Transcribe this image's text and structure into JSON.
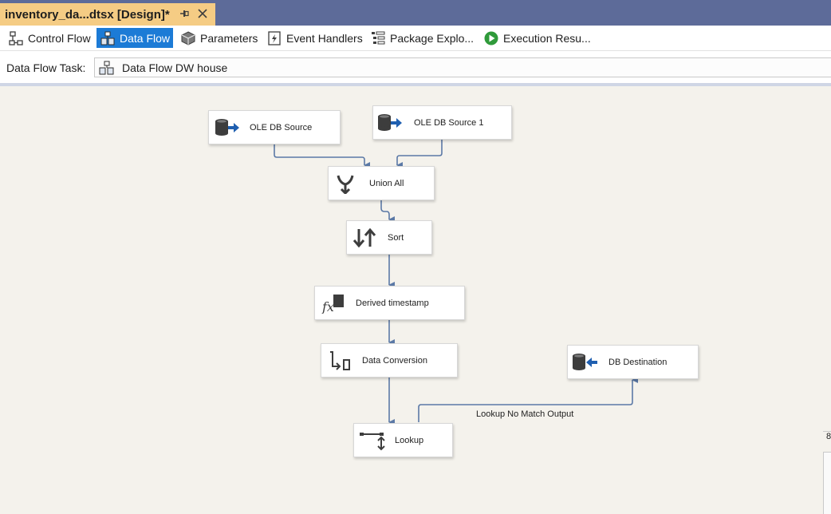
{
  "document_tab": {
    "title": "inventory_da...dtsx [Design]*"
  },
  "toolbar": {
    "tabs": [
      {
        "label": "Control Flow",
        "icon": "control-flow-icon"
      },
      {
        "label": "Data Flow",
        "icon": "data-flow-icon",
        "active": true
      },
      {
        "label": "Parameters",
        "icon": "parameters-icon"
      },
      {
        "label": "Event Handlers",
        "icon": "event-handlers-icon"
      },
      {
        "label": "Package Explo...",
        "icon": "package-explorer-icon"
      },
      {
        "label": "Execution Resu...",
        "icon": "execution-results-icon"
      }
    ]
  },
  "task_bar": {
    "label": "Data Flow Task:",
    "selected": "Data Flow DW house"
  },
  "components": {
    "ole_db_source": {
      "label": "OLE DB Source",
      "icon": "ole-db-source-icon"
    },
    "ole_db_source_1": {
      "label": "OLE DB Source 1",
      "icon": "ole-db-source-icon"
    },
    "union_all": {
      "label": "Union All",
      "icon": "union-all-icon"
    },
    "sort": {
      "label": "Sort",
      "icon": "sort-icon"
    },
    "derived": {
      "label": "Derived  timestamp",
      "icon": "derived-column-icon"
    },
    "data_conversion": {
      "label": "Data Conversion",
      "icon": "data-conversion-icon"
    },
    "lookup": {
      "label": "Lookup",
      "icon": "lookup-icon"
    },
    "db_destination": {
      "label": "DB Destination",
      "icon": "ole-db-destination-icon"
    }
  },
  "paths": {
    "lookup_no_match": "Lookup No Match Output"
  },
  "zoom_stub": "8",
  "colors": {
    "tab_strip": "#5d6b99",
    "active_document_tab": "#f5cc84",
    "active_toolbar_tab": "#1c7bd6",
    "connector": "#5b79a6",
    "canvas": "#f4f2ec",
    "arrow_blue": "#1f5fb0"
  }
}
